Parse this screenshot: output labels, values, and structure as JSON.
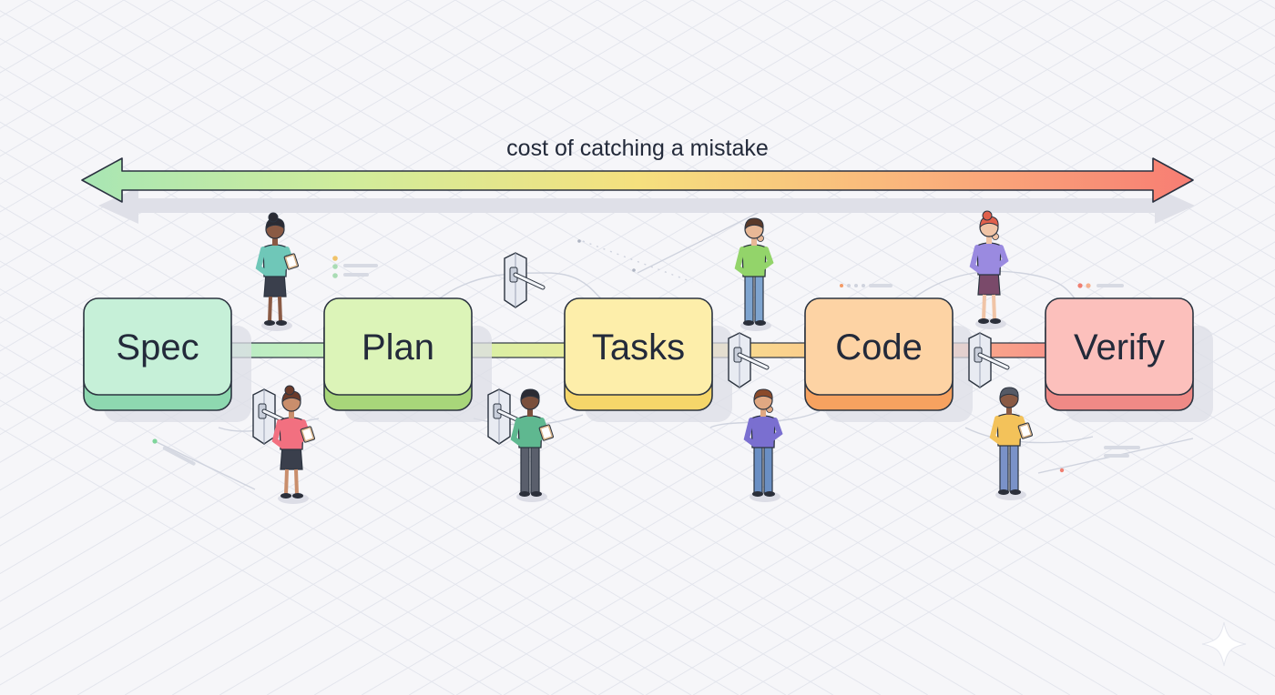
{
  "axis": {
    "label": "cost of catching a mistake",
    "gradient": [
      "#a8e6b4",
      "#d2ec9a",
      "#f5e07e",
      "#fbb47c",
      "#f77d73"
    ]
  },
  "stages": [
    {
      "label": "Spec",
      "face": "#c6f0d8",
      "side": "#8ed8b0",
      "edge": "#2c3440"
    },
    {
      "label": "Plan",
      "face": "#dcf4b8",
      "side": "#a8d67a",
      "edge": "#2c3440"
    },
    {
      "label": "Tasks",
      "face": "#fdeeaa",
      "side": "#f5d66a",
      "edge": "#2c3440"
    },
    {
      "label": "Code",
      "face": "#fdd3a4",
      "side": "#f6a260",
      "edge": "#2c3440"
    },
    {
      "label": "Verify",
      "face": "#fcc0bc",
      "side": "#ef8a86",
      "edge": "#2c3440"
    }
  ],
  "colors": {
    "ink": "#232a3a",
    "grid": "#e2e4ec",
    "shadow": "#dcdde6",
    "gate": "#dfe3ec"
  },
  "icons": [
    "turnstile-gate-icon",
    "person-with-clipboard-icon",
    "person-thinking-icon",
    "sparkle-icon"
  ]
}
